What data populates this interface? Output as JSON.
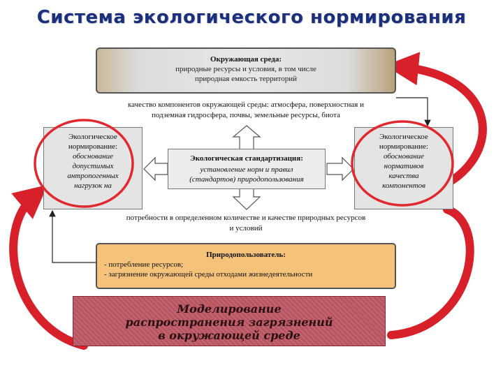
{
  "title": "Система экологического нормирования",
  "environment": {
    "title": "Окружающая среда:",
    "line1": "природные ресурсы и условия, в том числе",
    "line2": "природная емкость территорий"
  },
  "quality": {
    "line1": "качество компонентов окружающей среды: атмосфера, поверхностная и",
    "line2": "подземная гидросфера, почвы, земельные ресурсы, биота"
  },
  "left_box": {
    "line1": "Экологическое",
    "line2": "нормирование:",
    "line3": "обоснование",
    "line4": "допустимых",
    "line5": "антропогенных",
    "line6": "нагрузок на"
  },
  "right_box": {
    "line1": "Экологическое",
    "line2": "нормирование:",
    "line3": "обоснование",
    "line4": "нормативов",
    "line5": "качества",
    "line6": "компонентов"
  },
  "standardization": {
    "title": "Экологическая стандартизация:",
    "line1": "установление норм и правил",
    "line2": "(стандартов) природопользования"
  },
  "needs": {
    "line1": "потребности в определенном количестве и качестве природных ресурсов",
    "line2": "и условий"
  },
  "user": {
    "title": "Природопользователь:",
    "item1": "- потребление ресурсов;",
    "item2": "- загрязнение окружающей среды отходами жизнедеятельности"
  },
  "modeling": {
    "line1": "Моделирование",
    "line2": "распространения загрязнений",
    "line3": "в окружающей среде"
  },
  "colors": {
    "title": "#1b2f7a",
    "red_arrow": "#d8202a",
    "circle": "#e0282f",
    "user_box": "#f4c27a",
    "model_box": "#b85560"
  }
}
